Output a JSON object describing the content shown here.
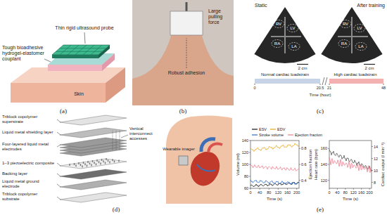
{
  "diagram": {
    "labels": [
      "Thin rigid ultrasound probe",
      "Tough bioadhesive hydrogel-elastomer couplant",
      "Skin",
      "(a)",
      "Large pulling force",
      "Robust adhesion",
      "(b)",
      "Static",
      "After training",
      "RV",
      "LV",
      "RA",
      "LA",
      "RV",
      "LV",
      "RA",
      "LA",
      "2 cm",
      "2 cm",
      "Normal cardiac loadstrain",
      "High cardiac loadstrain",
      "0",
      "20.5",
      "21",
      "48",
      "Time (hour)",
      "(c)",
      "Triblock copolymer superstrate",
      "Liquid metal shielding layer",
      "Vertical interconnect accesses",
      "Four-layered liquid metal electrodes",
      "1–3 piezoelectric composite",
      "Backing layer",
      "Liquid metal ground electrode",
      "Triblock copolymer substrate",
      "Wearable imager",
      "(d)",
      "60",
      "80",
      "100",
      "120",
      "140",
      "Volume (ml)",
      "0.4",
      "0.6",
      "0.8",
      "Ejection fraction",
      "0",
      "40",
      "80",
      "120",
      "160",
      "200",
      "Time (s)",
      "120",
      "140",
      "160",
      "Heart rate (bpm)",
      "8",
      "10",
      "12",
      "14",
      "Cardiac output (l min⁻¹)",
      "0",
      "40",
      "80",
      "120",
      "160",
      "200",
      "Time (s)",
      "(e)"
    ],
    "legend": [
      {
        "text": "ESV"
      },
      {
        "text": "EDV"
      },
      {
        "text": "Stroke volume"
      },
      {
        "text": "Ejection fraction"
      }
    ]
  }
}
